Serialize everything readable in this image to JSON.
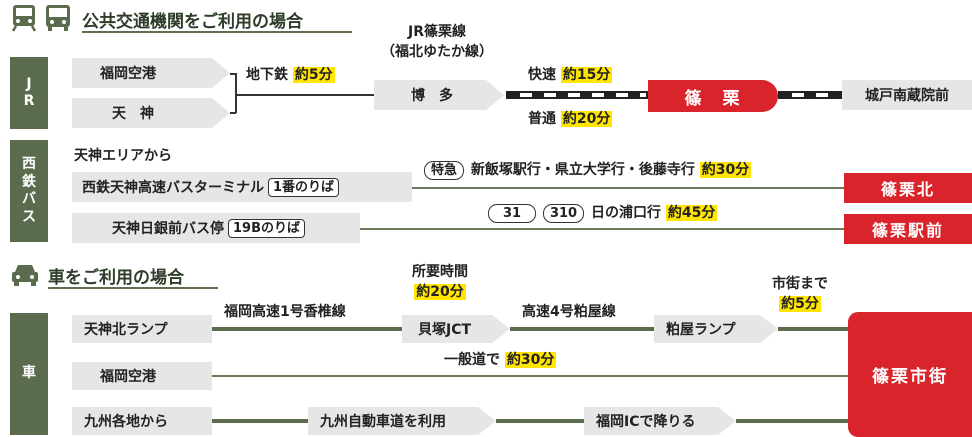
{
  "header1": {
    "title": "公共交通機関をご利用の場合",
    "icons": [
      "train-icon",
      "bus-icon"
    ]
  },
  "jr": {
    "side": [
      "J",
      "R"
    ],
    "origins": [
      "福岡空港",
      "天　神"
    ],
    "subway": {
      "label": "地下鉄",
      "time": "約5分"
    },
    "line_name": [
      "JR篠栗線",
      "（福北ゆたか線）"
    ],
    "hakata": "博　多",
    "rapid": {
      "label": "快速",
      "time": "約15分"
    },
    "local": {
      "label": "普通",
      "time": "約20分"
    },
    "sasaguri": "篠　栗",
    "next": "城戸南蔵院前"
  },
  "bus": {
    "side": [
      "西",
      "鉄",
      "バ",
      "ス"
    ],
    "area": "天神エリアから",
    "stop1": {
      "label": "西鉄天神高速バスターミナル",
      "platform": "1番のりば"
    },
    "route1": {
      "badge": "特急",
      "dest": "新飯塚駅行・県立大学行・後藤寺行",
      "time": "約30分"
    },
    "dest1": "篠栗北",
    "stop2": {
      "label": "天神日銀前バス停",
      "platform": "19Bのりば"
    },
    "route2": {
      "badge1": "31",
      "badge2": "310",
      "dest": "日の浦口行",
      "time": "約45分"
    },
    "dest2": "篠栗駅前"
  },
  "header2": {
    "title": "車をご利用の場合",
    "icon": "car-icon"
  },
  "car": {
    "side": "車",
    "ramp1": "天神北ランプ",
    "expressway1": "福岡高速1号香椎線",
    "total": {
      "label": "所要時間",
      "time": "約20分"
    },
    "jct": "貝塚JCT",
    "expressway4": "高速4号粕屋線",
    "ramp2": "粕屋ランプ",
    "to_town": {
      "label": "市街まで",
      "time": "約5分"
    },
    "destination": "篠栗市街",
    "airport": "福岡空港",
    "general": {
      "label": "一般道で",
      "time": "約30分"
    },
    "kyushu": "九州各地から",
    "kyushu_expressway": "九州自動車道を利用",
    "fukuoka_ic": "福岡ICで降りる"
  },
  "colors": {
    "accent_green": "#5a6b4e",
    "destination_red": "#d9242b",
    "highlight": "#ffe500",
    "box_gray": "#e6e6e6"
  }
}
